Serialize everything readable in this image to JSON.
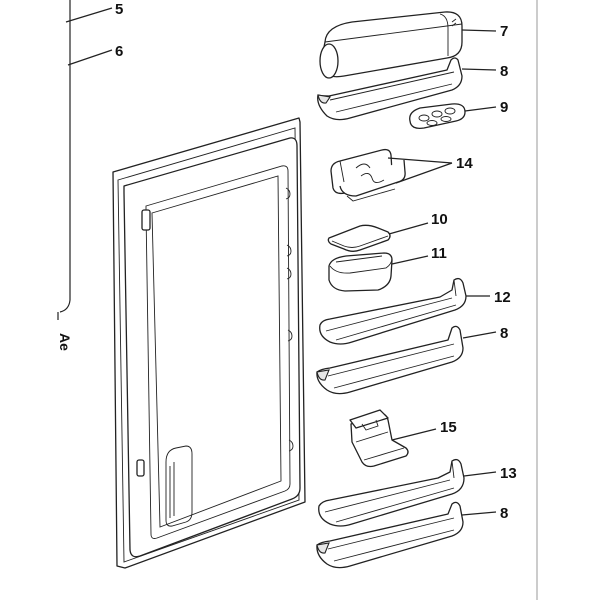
{
  "callouts": {
    "c5": "5",
    "c6": "6",
    "c7": "7",
    "c8a": "8",
    "c9": "9",
    "c14": "14",
    "c10": "10",
    "c11": "11",
    "c12": "12",
    "c8b": "8",
    "c15": "15",
    "c13": "13",
    "c8c": "8"
  },
  "edge_text": "Ae"
}
